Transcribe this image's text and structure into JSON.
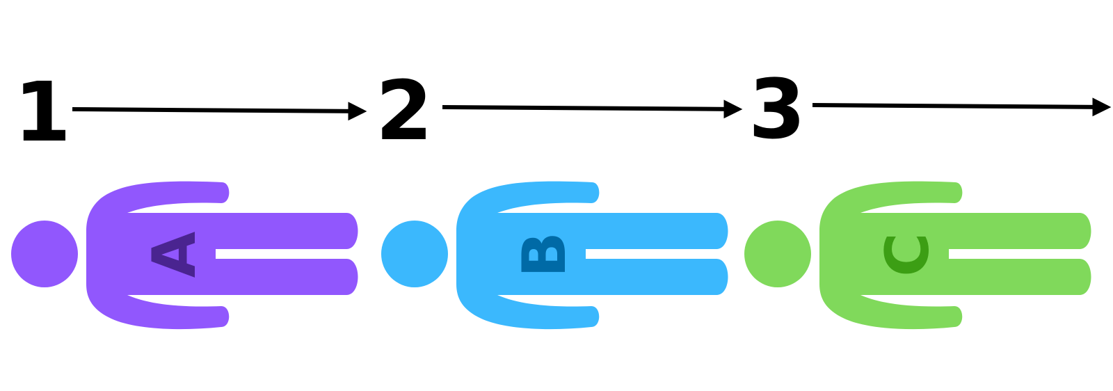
{
  "steps": [
    {
      "number": "1",
      "letter": "A",
      "color": "#9157fd",
      "letter_color": "#4a2490"
    },
    {
      "number": "2",
      "letter": "B",
      "color": "#3bb8fd",
      "letter_color": "#006aa6"
    },
    {
      "number": "3",
      "letter": "C",
      "color": "#80d95b",
      "letter_color": "#3c9e14"
    }
  ],
  "arrow_color": "#000000"
}
